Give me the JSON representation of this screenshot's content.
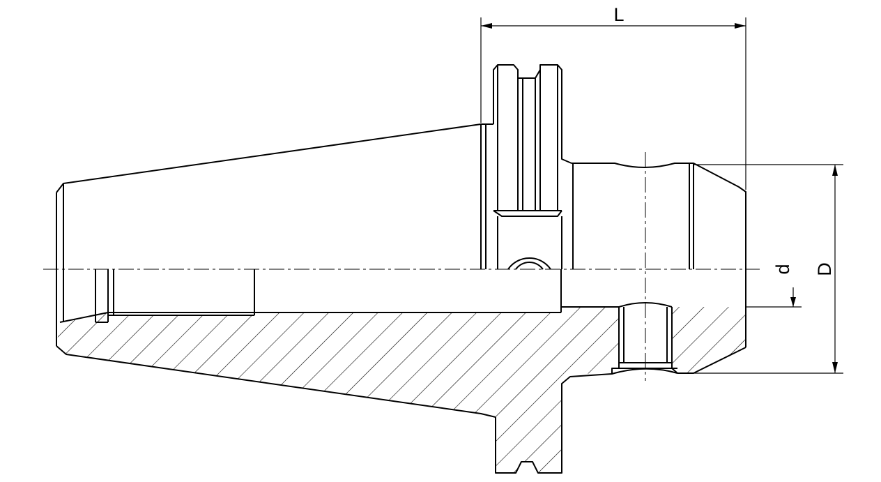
{
  "drawing": {
    "labels": {
      "length": "L",
      "bore_diameter": "d",
      "outer_diameter": "D"
    },
    "colors": {
      "ink": "#000000",
      "paper": "#ffffff"
    }
  }
}
